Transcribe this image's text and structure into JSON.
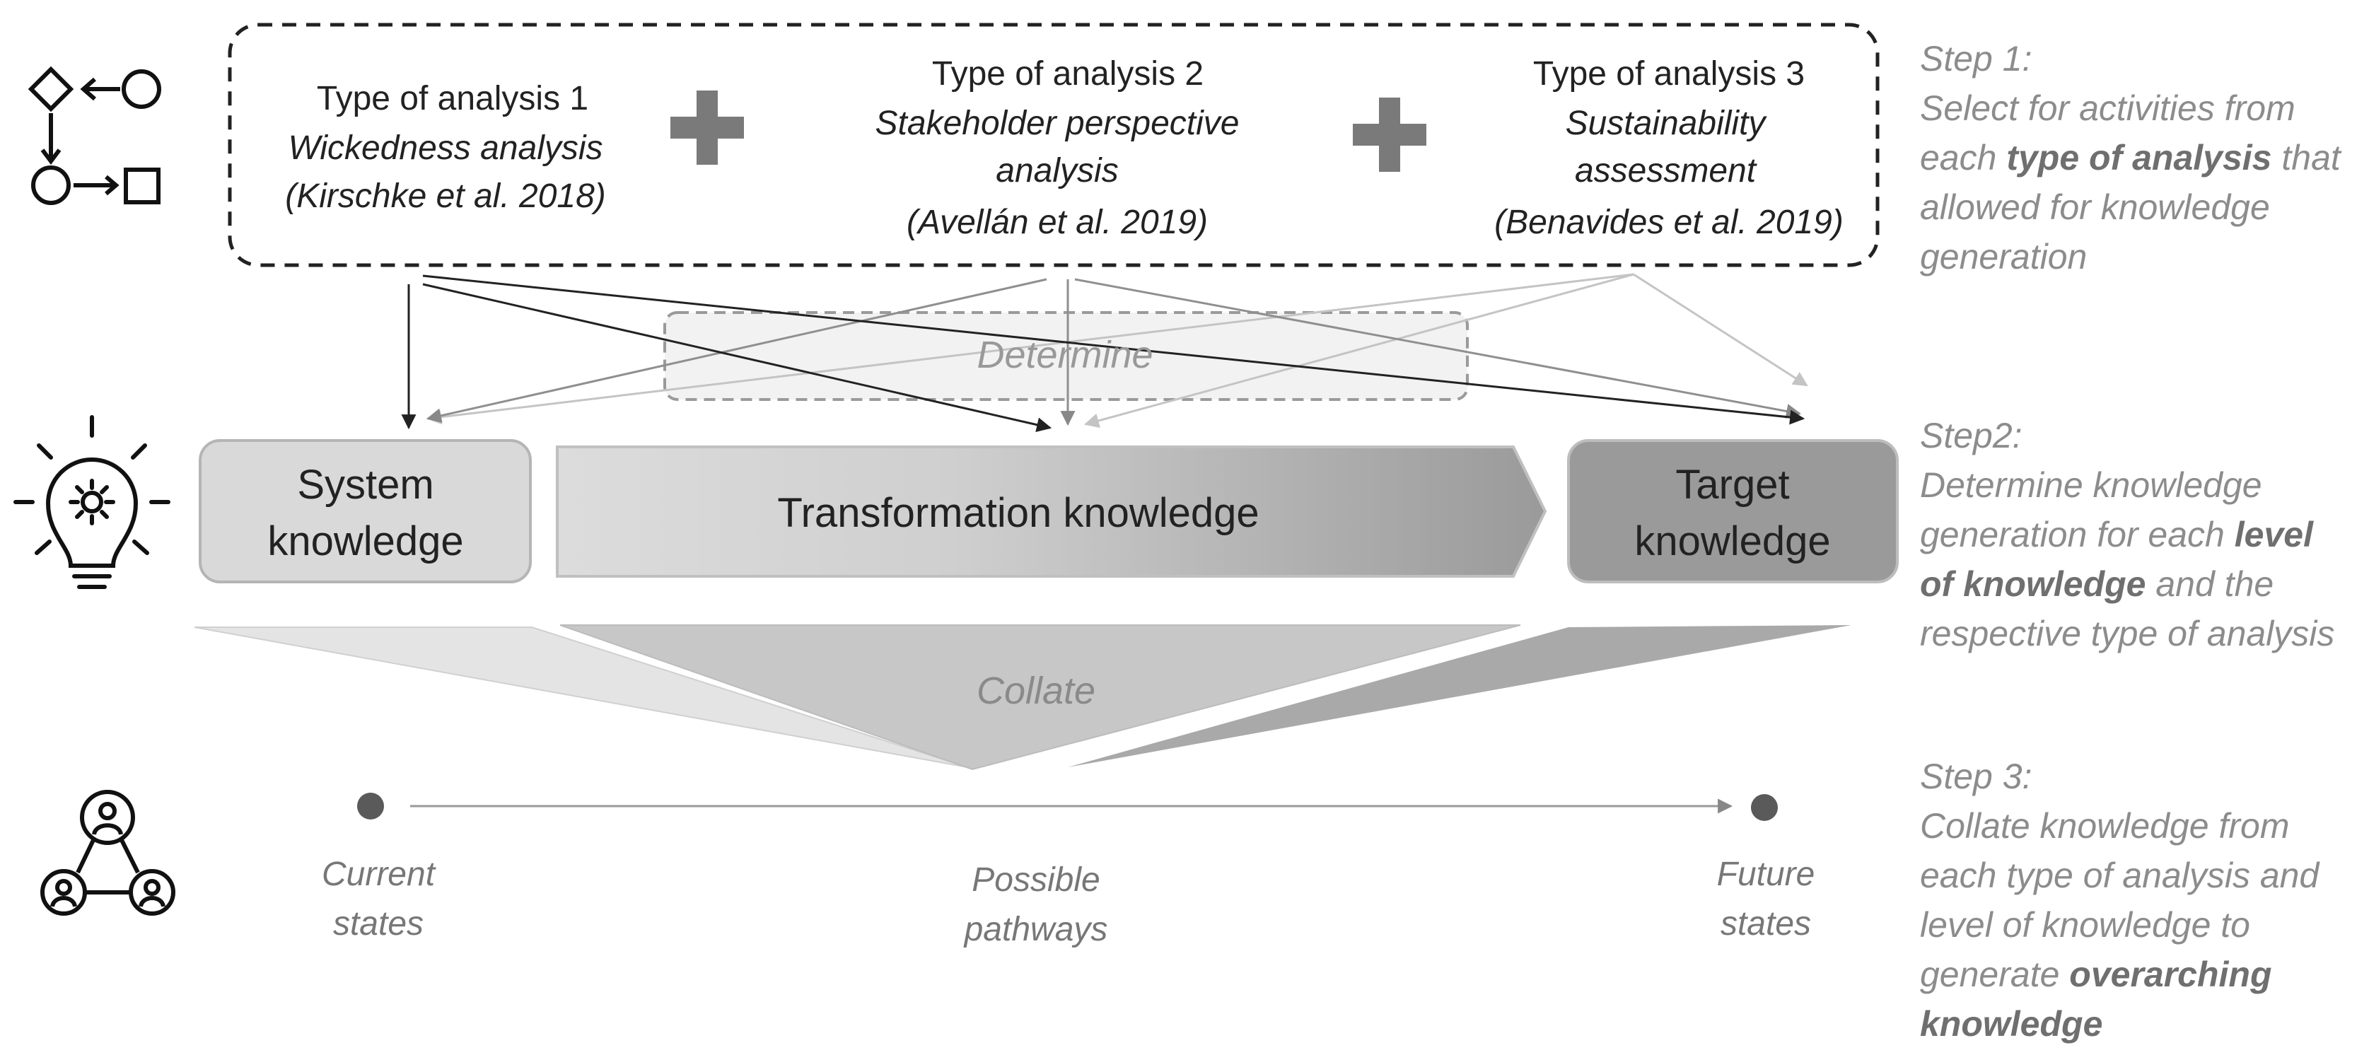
{
  "analysis_types": [
    {
      "title": "Type of analysis 1",
      "lines": [
        "Wickedness analysis",
        "(Kirschke et al. 2018)"
      ]
    },
    {
      "title": "Type of analysis 2",
      "lines": [
        "Stakeholder perspective",
        "analysis",
        "(Avellán et al. 2019)"
      ]
    },
    {
      "title": "Type of analysis 3",
      "lines": [
        "Sustainability",
        "assessment",
        "(Benavides et al. 2019)"
      ]
    }
  ],
  "determine_label": "Determine",
  "knowledge": {
    "system": [
      "System",
      "knowledge"
    ],
    "transformation": "Transformation knowledge",
    "target": [
      "Target",
      "knowledge"
    ]
  },
  "collate_label": "Collate",
  "states": {
    "current": [
      "Current",
      "states"
    ],
    "possible": [
      "Possible",
      "pathways"
    ],
    "future": [
      "Future",
      "states"
    ]
  },
  "steps": [
    {
      "lines": [
        [
          {
            "t": "Step 1:",
            "b": false
          }
        ],
        [
          {
            "t": "Select for activities from",
            "b": false
          }
        ],
        [
          {
            "t": "each ",
            "b": false
          },
          {
            "t": "type of analysis",
            "b": true
          },
          {
            "t": "  that",
            "b": false
          }
        ],
        [
          {
            "t": "allowed for knowledge",
            "b": false
          }
        ],
        [
          {
            "t": "generation",
            "b": false
          }
        ]
      ]
    },
    {
      "lines": [
        [
          {
            "t": "Step2:",
            "b": false
          }
        ],
        [
          {
            "t": "Determine knowledge",
            "b": false
          }
        ],
        [
          {
            "t": "generation for each  ",
            "b": false
          },
          {
            "t": "level",
            "b": true
          }
        ],
        [
          {
            "t": "of knowledge",
            "b": true
          },
          {
            "t": "  and the",
            "b": false
          }
        ],
        [
          {
            "t": "respective type of analysis",
            "b": false
          }
        ]
      ]
    },
    {
      "lines": [
        [
          {
            "t": "Step 3:",
            "b": false
          }
        ],
        [
          {
            "t": "Collate knowledge from",
            "b": false
          }
        ],
        [
          {
            "t": "each type of analysis and",
            "b": false
          }
        ],
        [
          {
            "t": "level of knowledge to",
            "b": false
          }
        ],
        [
          {
            "t": "generate ",
            "b": false
          },
          {
            "t": "overarching",
            "b": true
          }
        ],
        [
          {
            "t": "knowledge",
            "b": true
          }
        ]
      ]
    }
  ],
  "icons": [
    "process-flow-icon",
    "lightbulb-gear-icon",
    "people-network-icon"
  ],
  "colors": {
    "black": "#222222",
    "dark_gray": "#555555",
    "mid_gray": "#888888",
    "light_gray": "#b8b8b8",
    "step_text": "#8c8c8c"
  }
}
